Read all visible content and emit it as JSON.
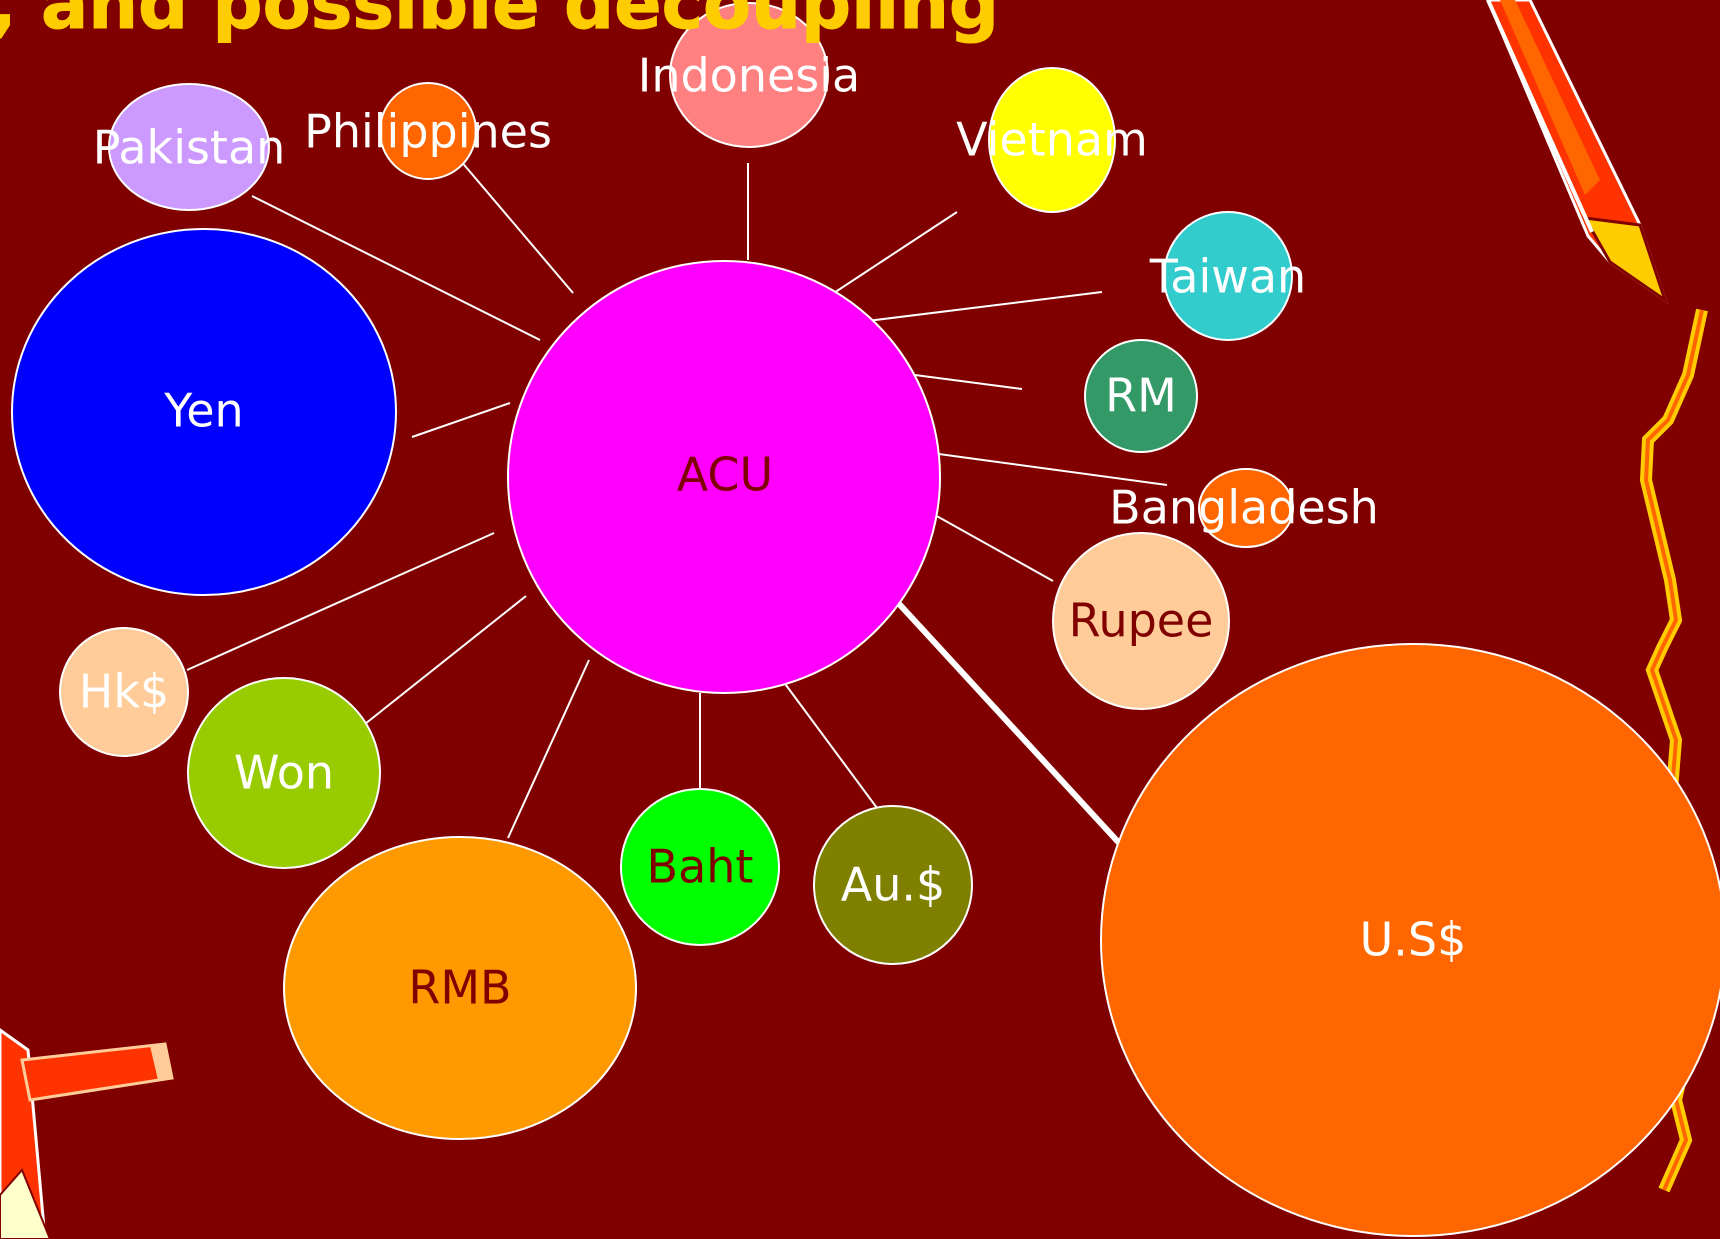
{
  "slide": {
    "title_fragment": ", and possible decoupling",
    "colors": {
      "background": "#800000",
      "title": "#FFCC00",
      "connector": "#FFFFFF"
    }
  },
  "diagram": {
    "center": {
      "id": "acu",
      "label": "ACU",
      "fill": "#FF00FF",
      "text_color": "#800000"
    },
    "nodes": [
      {
        "id": "yen",
        "label": "Yen",
        "fill": "#0000FF",
        "text_color": "#FFFFFF"
      },
      {
        "id": "pakistan",
        "label": "Pakistan",
        "fill": "#CC99FF",
        "text_color": "#FFFFFF"
      },
      {
        "id": "philippines",
        "label": "Philippines",
        "fill": "#FF6600",
        "text_color": "#FFFFFF"
      },
      {
        "id": "indonesia",
        "label": "Indonesia",
        "fill": "#FF8080",
        "text_color": "#FFFFFF"
      },
      {
        "id": "vietnam",
        "label": "Vietnam",
        "fill": "#FFFF00",
        "text_color": "#FFFFFF"
      },
      {
        "id": "taiwan",
        "label": "Taiwan",
        "fill": "#33CCCC",
        "text_color": "#FFFFFF"
      },
      {
        "id": "rm",
        "label": "RM",
        "fill": "#339966",
        "text_color": "#FFFFFF"
      },
      {
        "id": "bangladesh",
        "label": "Bangladesh",
        "fill": "#FF6600",
        "text_color": "#FFFFFF"
      },
      {
        "id": "rupee",
        "label": "Rupee",
        "fill": "#FFCC99",
        "text_color": "#800000"
      },
      {
        "id": "usd",
        "label": "U.S$",
        "fill": "#FF6600",
        "text_color": "#FFFFFF"
      },
      {
        "id": "aud",
        "label": "Au.$",
        "fill": "#808000",
        "text_color": "#FFFFFF"
      },
      {
        "id": "baht",
        "label": "Baht",
        "fill": "#00FF00",
        "text_color": "#800000"
      },
      {
        "id": "rmb",
        "label": "RMB",
        "fill": "#FF9900",
        "text_color": "#800000"
      },
      {
        "id": "won",
        "label": "Won",
        "fill": "#99CC00",
        "text_color": "#FFFFFF"
      },
      {
        "id": "hkd",
        "label": "Hk$",
        "fill": "#FFCC99",
        "text_color": "#FFFFFF"
      }
    ]
  }
}
